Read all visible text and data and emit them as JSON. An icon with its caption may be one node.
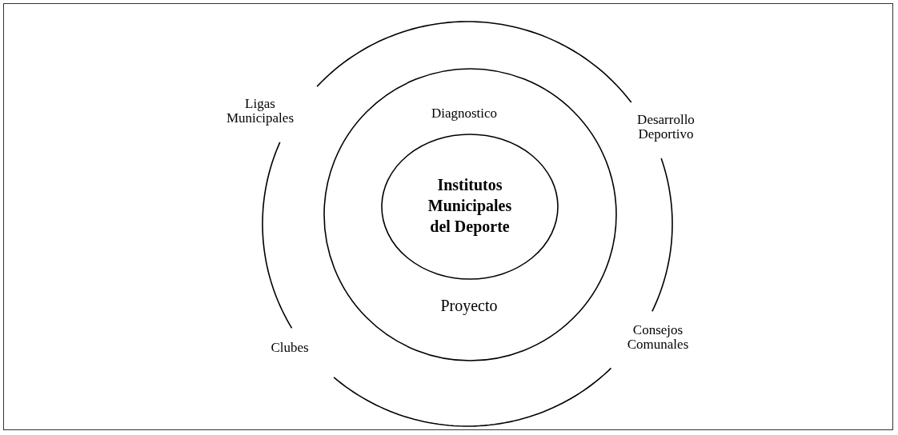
{
  "diagram": {
    "nodes": [
      {
        "text": [
          "Ligas Municipales",
          "Desarrollo Deportivo",
          "Clubes",
          "Consejos Comunales"
        ]
      },
      {
        "text": [
          "Diagnostico",
          "Proyecto"
        ],
        "in": 0
      },
      {
        "text": [
          "Institutos Municipales del Deporte"
        ],
        "in": 1
      }
    ]
  }
}
